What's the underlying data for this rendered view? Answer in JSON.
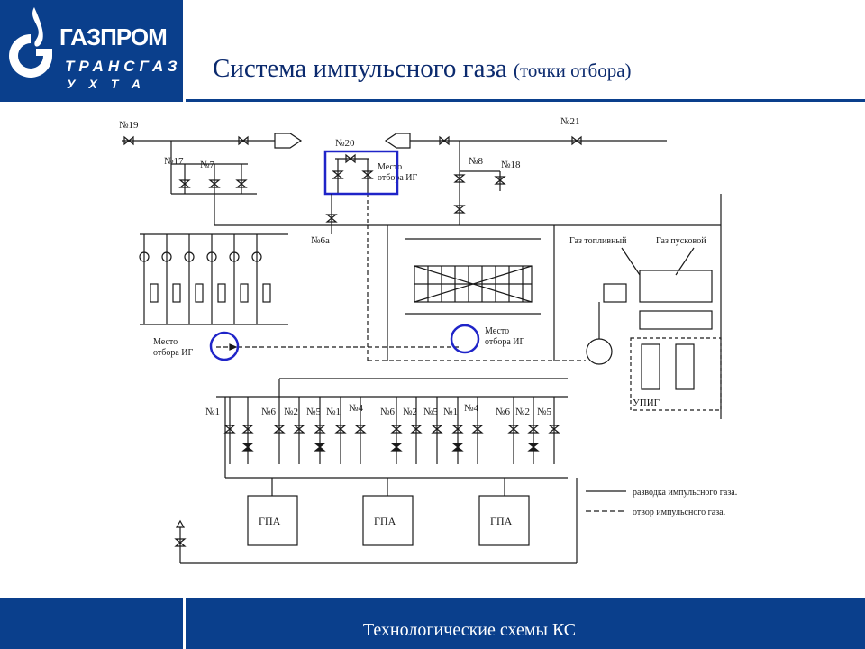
{
  "logo": {
    "word1": "ГАЗПРОМ",
    "word2": "ТРАНСГАЗ",
    "word3": "УХТА"
  },
  "header": {
    "title": "Система импульсного газа",
    "subtitle": "(точки отбора)"
  },
  "footer": {
    "text": "Технологические схемы КС"
  },
  "diagram": {
    "valve_numbers": {
      "v19": "№19",
      "v21": "№21",
      "v20": "№20",
      "v17": "№17",
      "v7": "№7",
      "v8": "№8",
      "v18": "№18",
      "v6a": "№6а",
      "v1a": "№1",
      "v6a2": "№6",
      "v2a": "№2",
      "v5a": "№5",
      "v1b": "№1",
      "v4a": "№4",
      "v6b": "№6",
      "v2b": "№2",
      "v5b": "№5",
      "v1c": "№1",
      "v4b": "№4",
      "v6c": "№6",
      "v2c": "№2",
      "v5c": "№5"
    },
    "labels": {
      "sample_point_1a": "Место",
      "sample_point_1b": "отбора ИГ",
      "sample_point_2a": "Место",
      "sample_point_2b": "отбора ИГ",
      "sample_point_3a": "Место",
      "sample_point_3b": "отбора ИГ",
      "fuel_gas": "Газ топливный",
      "start_gas": "Газ пусковой",
      "upig": "УПИГ",
      "gpa_1": "ГПА",
      "gpa_2": "ГПА",
      "gpa_3": "ГПА"
    },
    "legend": {
      "solid": "разводка импульсного газа.",
      "dashed": "отвор импульсного газа."
    },
    "colors": {
      "line": "#1a1a1a",
      "highlight": "#1f24c8"
    }
  }
}
